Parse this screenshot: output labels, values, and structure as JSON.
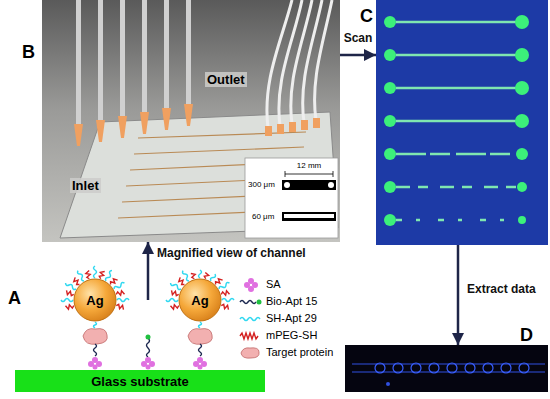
{
  "diagram": {
    "nodes": [
      {
        "text": [
          "B",
          "Inlet",
          "Outlet"
        ]
      },
      {
        "text": [
          "C"
        ]
      },
      {
        "text": [
          "D"
        ]
      },
      {
        "text": [
          "A"
        ]
      },
      {
        "text": [
          "Ag"
        ],
        "in": 3
      },
      {
        "text": [
          "Ag"
        ],
        "in": 3
      },
      {
        "text": [
          "Glass substrate"
        ],
        "in": 3
      }
    ],
    "edges": [
      {
        "from": 0,
        "to": 1,
        "arrow": "to",
        "label": "Scan"
      },
      {
        "from": 1,
        "to": 2,
        "arrow": "to",
        "label": "Extract data"
      },
      {
        "from": 3,
        "to": 0,
        "arrow": "to",
        "label": "Magnified view of channel"
      }
    ],
    "labels": [
      "12 mm",
      "300 μm",
      "60 μm"
    ],
    "legend": [
      {
        "text": "SA"
      },
      {
        "text": "Bio-Apt 15"
      },
      {
        "text": "SH-Apt 29"
      },
      {
        "text": "mPEG-SH"
      },
      {
        "text": "Target protein"
      }
    ]
  }
}
